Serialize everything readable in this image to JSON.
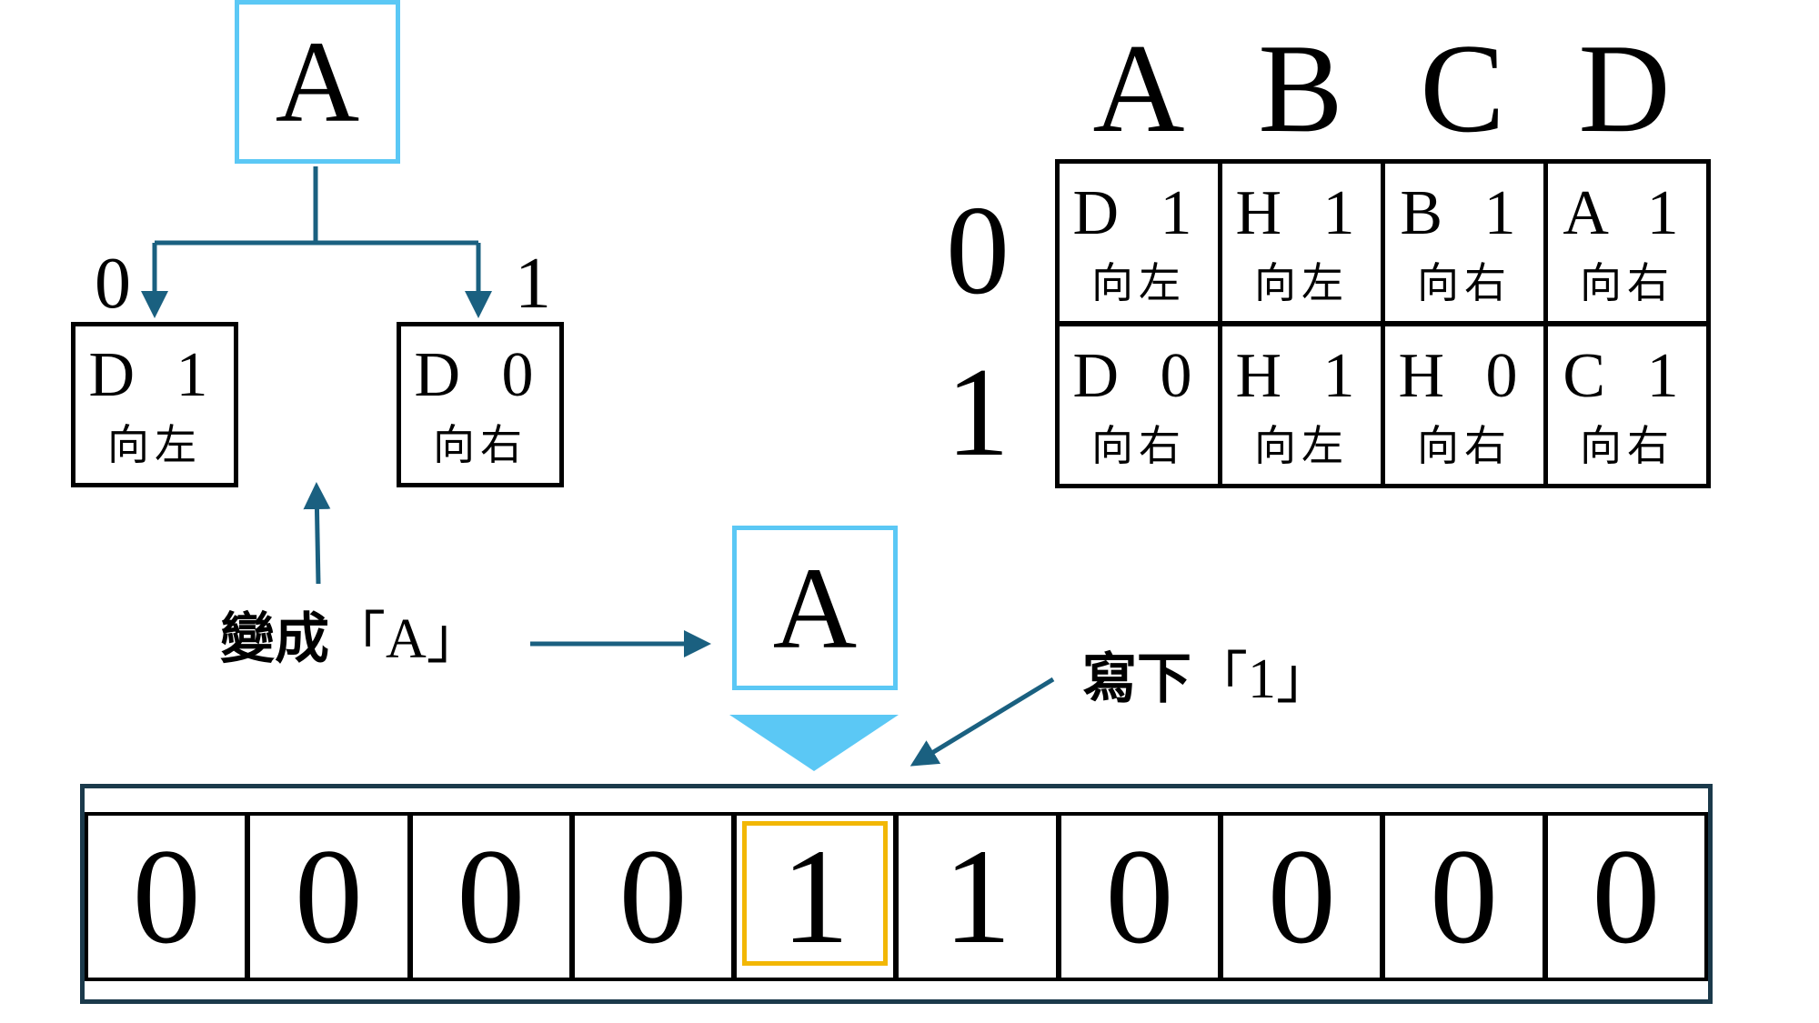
{
  "colors": {
    "state_border": "#5bc8f5",
    "arrow": "#1a6080",
    "head_highlight": "#f2b705",
    "tape_border": "#1b3a4b"
  },
  "current_state": "A",
  "tree": {
    "root": "A",
    "left_label": "0",
    "right_label": "1",
    "left": {
      "line1": "D 1",
      "line2": "向左"
    },
    "right": {
      "line1": "D 0",
      "line2": "向右"
    }
  },
  "table": {
    "columns": [
      "A",
      "B",
      "C",
      "D"
    ],
    "rows": [
      {
        "label": "0",
        "cells": [
          {
            "line1": "D 1",
            "line2": "向左"
          },
          {
            "line1": "H 1",
            "line2": "向左"
          },
          {
            "line1": "B 1",
            "line2": "向右"
          },
          {
            "line1": "A 1",
            "line2": "向右"
          }
        ]
      },
      {
        "label": "1",
        "cells": [
          {
            "line1": "D 0",
            "line2": "向右"
          },
          {
            "line1": "H 1",
            "line2": "向左"
          },
          {
            "line1": "H 0",
            "line2": "向右"
          },
          {
            "line1": "C 1",
            "line2": "向右"
          }
        ]
      }
    ]
  },
  "captions": {
    "become_prefix": "變成",
    "become_value": "「A」",
    "write_prefix": "寫下",
    "write_value": "「1」"
  },
  "tape": {
    "cells": [
      "0",
      "0",
      "0",
      "0",
      "1",
      "1",
      "0",
      "0",
      "0",
      "0"
    ],
    "head_index": 4
  }
}
